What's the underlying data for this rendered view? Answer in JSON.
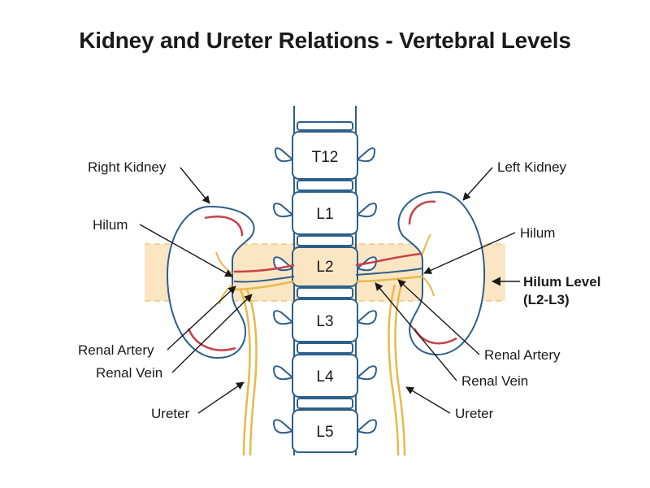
{
  "title": "Kidney and Ureter Relations - Vertebral Levels",
  "vertebrae": [
    "T12",
    "L1",
    "L2",
    "L3",
    "L4",
    "L5"
  ],
  "labels": {
    "right_kidney": "Right Kidney",
    "left_kidney": "Left Kidney",
    "hilum_right": "Hilum",
    "hilum_left": "Hilum",
    "renal_artery_right": "Renal Artery",
    "renal_vein_right": "Renal Vein",
    "renal_artery_left": "Renal Artery",
    "renal_vein_left": "Renal Vein",
    "ureter_right": "Ureter",
    "ureter_left": "Ureter",
    "hilum_level_line1": "Hilum Level",
    "hilum_level_line2": "(L2-L3)"
  },
  "colors": {
    "outline": "#2e5f8a",
    "band": "#fbe6c4",
    "band_border": "#f0c680",
    "artery": "#c8404a",
    "vein_ureter": "#e8b94a",
    "spine_fill": "#ffffff"
  }
}
